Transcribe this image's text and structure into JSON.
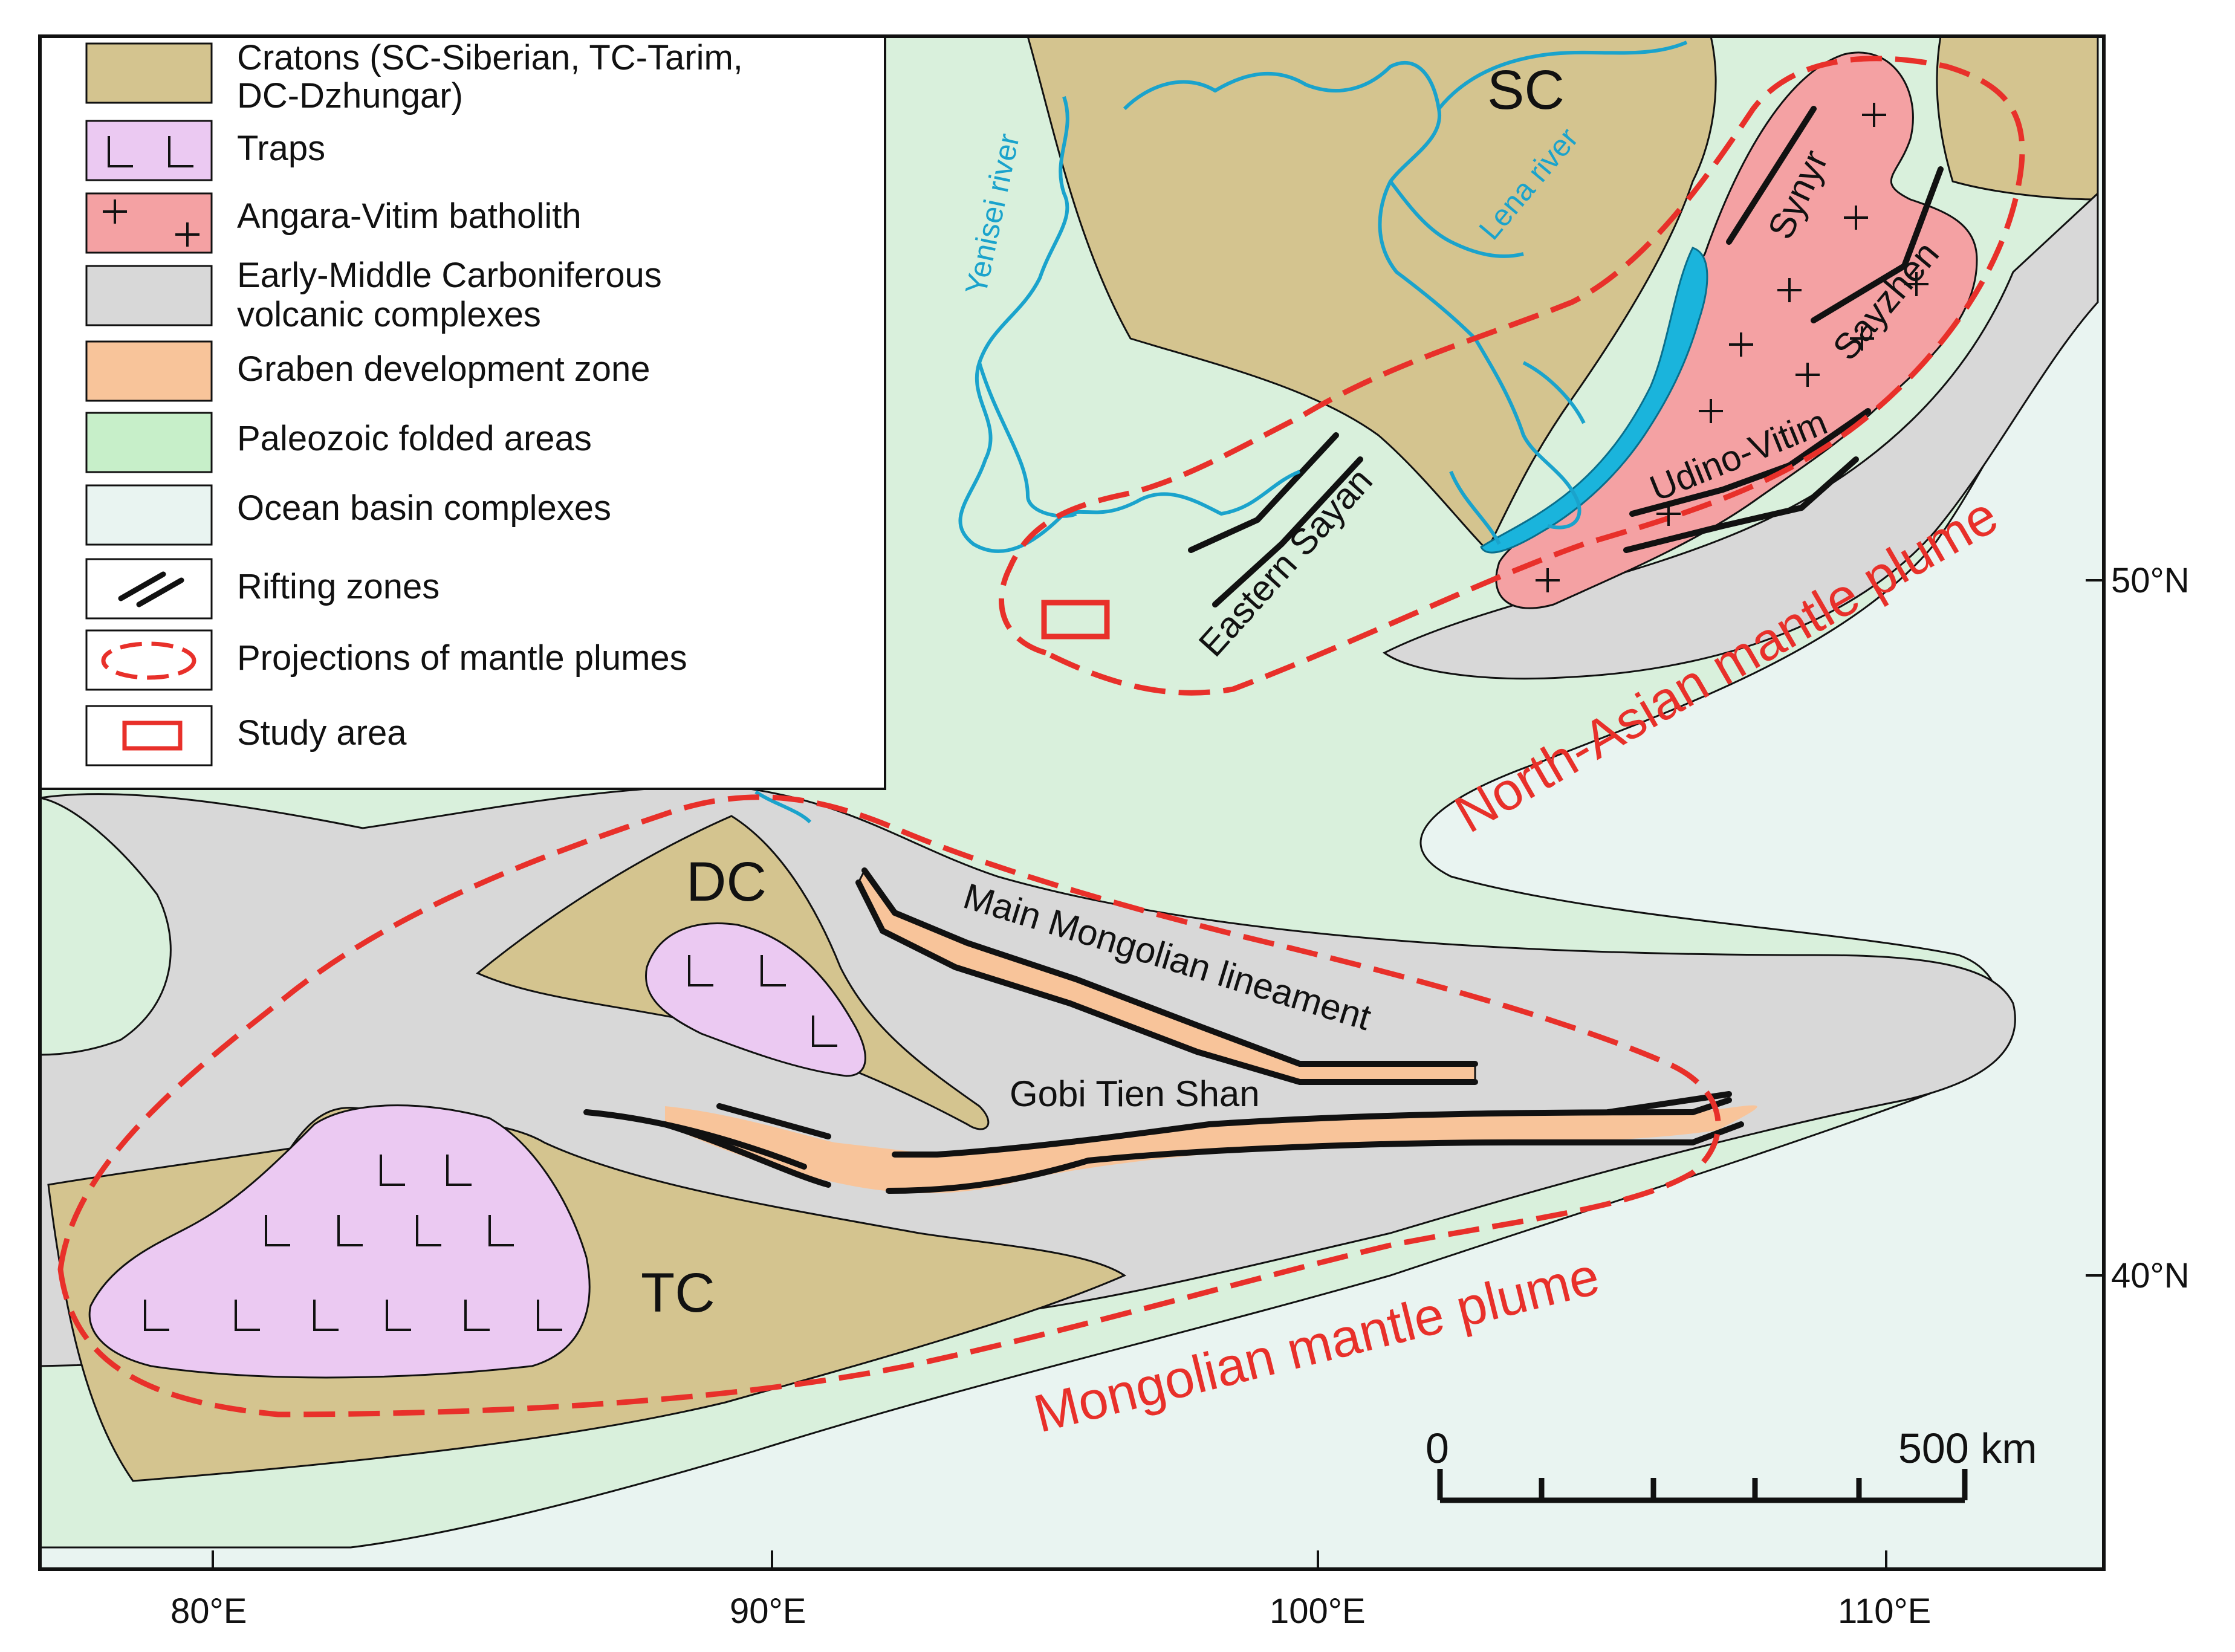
{
  "legend": {
    "items": [
      {
        "key": "cratons",
        "line1": "Cratons (SC-Siberian, TC-Tarim,",
        "line2": "DC-Dzhungar)",
        "color": "#d4c48f"
      },
      {
        "key": "traps",
        "line1": "Traps",
        "line2": "",
        "color": "#ebc9f2"
      },
      {
        "key": "batholith",
        "line1": "Angara-Vitim batholith",
        "line2": "",
        "color": "#f4a1a3"
      },
      {
        "key": "volcanic",
        "line1": "Early-Middle Carboniferous",
        "line2": "volcanic complexes",
        "color": "#d8d8d8"
      },
      {
        "key": "graben",
        "line1": "Graben development zone",
        "line2": "",
        "color": "#f8c49a"
      },
      {
        "key": "paleozoic",
        "line1": "Paleozoic folded areas",
        "line2": "",
        "color": "#c7efc9"
      },
      {
        "key": "ocean",
        "line1": "Ocean basin complexes",
        "line2": "",
        "color": "#e9f4f1"
      },
      {
        "key": "rifting",
        "line1": "Rifting zones",
        "line2": "",
        "color": "#111111"
      },
      {
        "key": "plumes",
        "line1": "Projections of mantle plumes",
        "line2": "",
        "color": "#e8302a"
      },
      {
        "key": "study",
        "line1": "Study area",
        "line2": "",
        "color": "#e8302a"
      }
    ]
  },
  "labels": {
    "sc": "SC",
    "dc": "DC",
    "tc": "TC",
    "yenisei": "Yenisei river",
    "lena": "Lena river",
    "synyr": "Synyr",
    "sayzhen": "Sayzhen",
    "udino_vitim": "Udino-Vitim",
    "eastern_sayan": "Eastern Sayan",
    "main_mongolian": "Main Mongolian lineament",
    "gobi_tien_shan": "Gobi Tien Shan",
    "north_asian_plume": "North-Asian mantle plume",
    "mongolian_plume": "Mongolian mantle plume"
  },
  "axes": {
    "lon_ticks": [
      "80°E",
      "90°E",
      "100°E",
      "110°E"
    ],
    "lat_ticks": [
      "50°N",
      "40°N"
    ]
  },
  "scale": {
    "zero": "0",
    "end": "500 km"
  },
  "colors": {
    "craton": "#d4c48f",
    "traps": "#ebc9f2",
    "batholith": "#f4a1a3",
    "volcanic": "#d8d8d8",
    "graben": "#f8c49a",
    "paleozoic": "#d9f0dc",
    "ocean": "#e9f4f1",
    "plume": "#e8302a",
    "river": "#1aa3cc",
    "baikal": "#1ab4dc"
  }
}
